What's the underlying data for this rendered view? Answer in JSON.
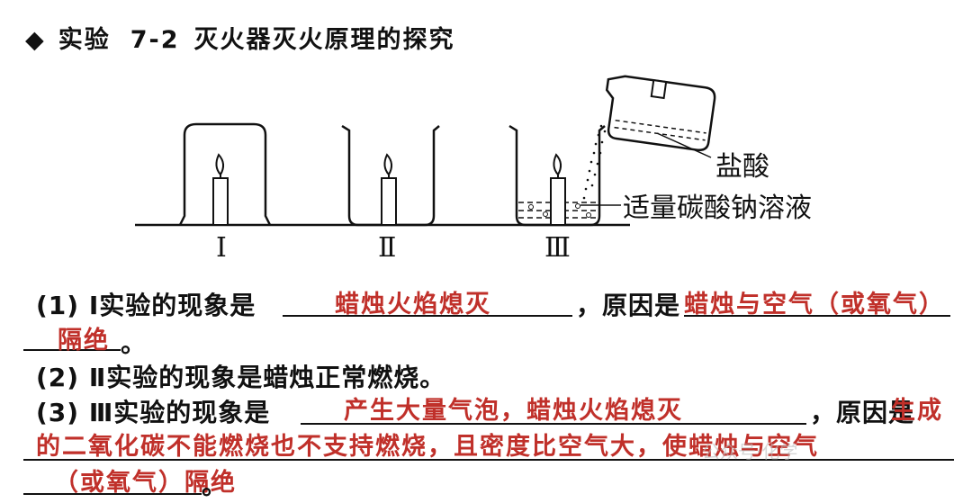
{
  "title": {
    "bullet": "◆",
    "prefix": "实验",
    "number": "7-2",
    "text": "灭火器灭火原理的探究"
  },
  "figure": {
    "label_acid": "盐酸",
    "label_solution": "适量碳酸钠溶液",
    "roman_1": "Ⅰ",
    "roman_2": "Ⅱ",
    "roman_3": "Ⅲ"
  },
  "q1": {
    "prefix": "(1) Ⅰ实验的现象是",
    "answer_phenomenon": "蜡烛火焰熄灭",
    "mid": "，原因是",
    "answer_reason_a": "蜡烛与空气（或氧气）",
    "answer_reason_b": "隔绝",
    "end": "。"
  },
  "q2": {
    "text": "(2) Ⅱ实验的现象是蜡烛正常燃烧。"
  },
  "q3": {
    "prefix": "(3) Ⅲ实验的现象是",
    "answer_phenomenon": "产生大量气泡，蜡烛火焰熄灭",
    "mid": "，原因是",
    "answer_reason_a": "生成",
    "answer_reason_b": "的二氧化碳不能燃烧也不支持燃烧，且密度比空气大，使蜡烛与空气",
    "answer_reason_c": "（或氧气）隔绝",
    "end": "。"
  },
  "watermark": "公众号·化学"
}
